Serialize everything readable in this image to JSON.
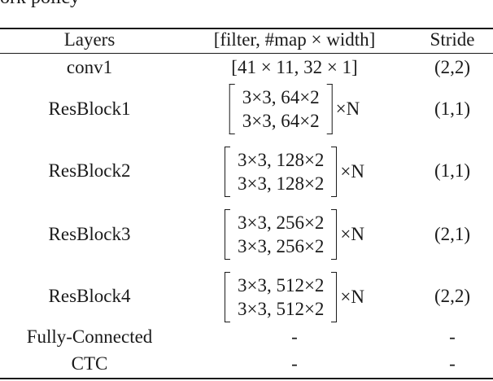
{
  "caption_fragment": "ork policy",
  "table": {
    "headers": {
      "layers": "Layers",
      "filter": "[filter, #map × width]",
      "stride": "Stride"
    },
    "rows": [
      {
        "layer": "conv1",
        "filter": "[41 × 11, 32 × 1]",
        "stride": "(2,2)"
      },
      {
        "layer": "ResBlock1",
        "filter_lines": [
          "3×3, 64×2",
          "3×3, 64×2"
        ],
        "multiplier": "×N",
        "stride": "(1,1)"
      },
      {
        "layer": "ResBlock2",
        "filter_lines": [
          "3×3, 128×2",
          "3×3, 128×2"
        ],
        "multiplier": "×N",
        "stride": "(1,1)"
      },
      {
        "layer": "ResBlock3",
        "filter_lines": [
          "3×3, 256×2",
          "3×3, 256×2"
        ],
        "multiplier": "×N",
        "stride": "(2,1)"
      },
      {
        "layer": "ResBlock4",
        "filter_lines": [
          "3×3, 512×2",
          "3×3, 512×2"
        ],
        "multiplier": "×N",
        "stride": "(2,2)"
      },
      {
        "layer": "Fully-Connected",
        "filter": "-",
        "stride": "-"
      },
      {
        "layer": "CTC",
        "filter": "-",
        "stride": "-"
      }
    ]
  }
}
